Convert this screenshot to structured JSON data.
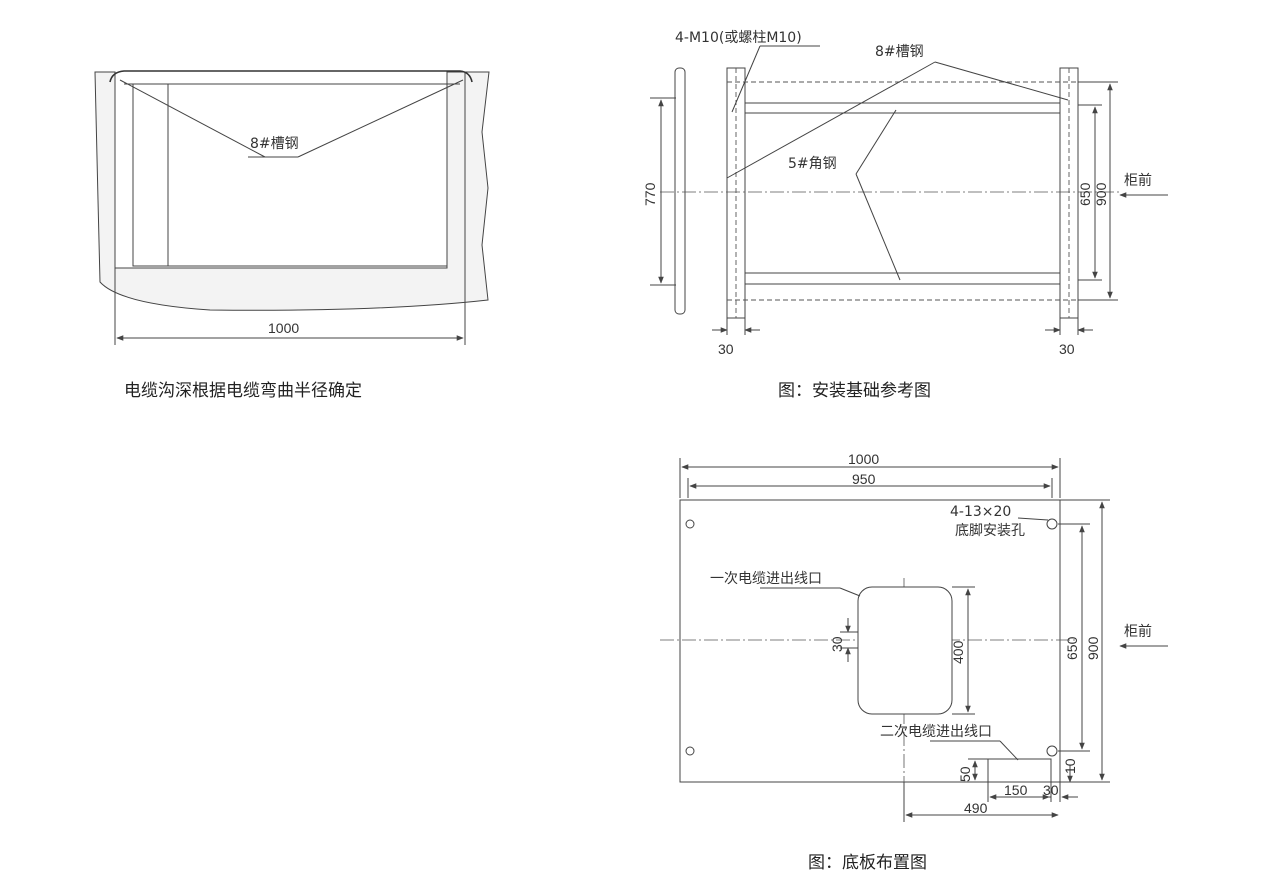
{
  "fig1": {
    "label_channel": "8#槽钢",
    "dim_width": "1000",
    "caption": "电缆沟深根据电缆弯曲半径确定"
  },
  "fig2": {
    "label_bolts": "4-M10(或螺柱M10)",
    "label_channel": "8#槽钢",
    "label_angle": "5#角钢",
    "dim_770": "770",
    "dim_650": "650",
    "dim_900": "900",
    "dim_30_left": "30",
    "dim_30_right": "30",
    "label_front": "柜前",
    "caption": "图：安装基础参考图"
  },
  "fig3": {
    "dim_1000": "1000",
    "dim_950": "950",
    "label_holes_spec": "4-13×20",
    "label_holes": "底脚安装孔",
    "label_primary": "一次电缆进出线口",
    "label_secondary": "二次电缆进出线口",
    "dim_30_v": "30",
    "dim_400": "400",
    "dim_650": "650",
    "dim_900": "900",
    "dim_10": "10",
    "dim_50": "50",
    "dim_150": "150",
    "dim_30_h": "30",
    "dim_490": "490",
    "label_front": "柜前",
    "caption": "图：底板布置图"
  }
}
